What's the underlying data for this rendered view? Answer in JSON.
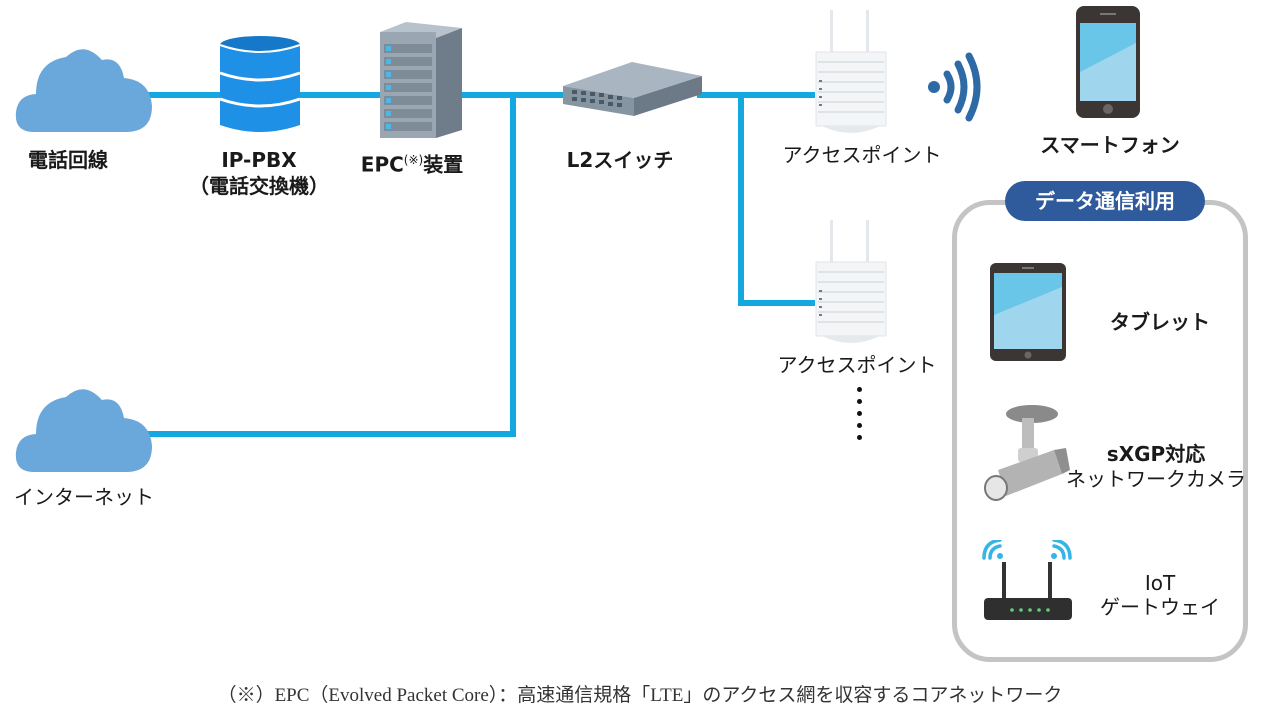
{
  "diagram": {
    "title": "sXGP network configuration",
    "colors": {
      "link": "#14a8e0",
      "cloud": "#6aa8dc",
      "pbx": "#1e90e6",
      "server": "#8a9aa8",
      "group_pill": "#2f5a9c",
      "group_border": "#c4c4c4",
      "wifi_wave": "#2e6aa6"
    },
    "nodes": [
      {
        "id": "phone-line",
        "label": "電話回線",
        "icon": "cloud-icon"
      },
      {
        "id": "ip-pbx",
        "label": "IP-PBX",
        "sublabel": "（電話交換機）",
        "icon": "database-icon"
      },
      {
        "id": "epc",
        "label": "EPC",
        "label_note": "(※)",
        "label_suffix": "装置",
        "icon": "server-rack-icon"
      },
      {
        "id": "l2-switch",
        "label": "L2スイッチ",
        "icon": "network-switch-icon"
      },
      {
        "id": "ap-1",
        "label": "アクセスポイント",
        "icon": "access-point-icon"
      },
      {
        "id": "ap-2",
        "label": "アクセスポイント",
        "icon": "access-point-icon"
      },
      {
        "id": "internet",
        "label": "インターネット",
        "icon": "cloud-icon"
      },
      {
        "id": "smartphone",
        "label": "スマートフォン",
        "icon": "smartphone-icon"
      }
    ],
    "edges": [
      [
        "phone-line",
        "ip-pbx"
      ],
      [
        "ip-pbx",
        "epc"
      ],
      [
        "epc",
        "l2-switch"
      ],
      [
        "internet",
        "epc"
      ],
      [
        "l2-switch",
        "ap-1"
      ],
      [
        "l2-switch",
        "ap-2"
      ]
    ],
    "wireless": {
      "icon": "wireless-signal-icon"
    },
    "ellipsis": "more access points",
    "group": {
      "title": "データ通信利用",
      "items": [
        {
          "label": "タブレット",
          "icon": "tablet-icon"
        },
        {
          "label": "sXGP対応",
          "label2": "ネットワークカメラ",
          "icon": "security-camera-icon"
        },
        {
          "label": "IoT",
          "label2": "ゲートウェイ",
          "icon": "iot-gateway-icon"
        }
      ]
    },
    "footnote": "（※）EPC（Evolved Packet Core）：高速通信規格「LTE」のアクセス網を収容するコアネットワーク"
  }
}
